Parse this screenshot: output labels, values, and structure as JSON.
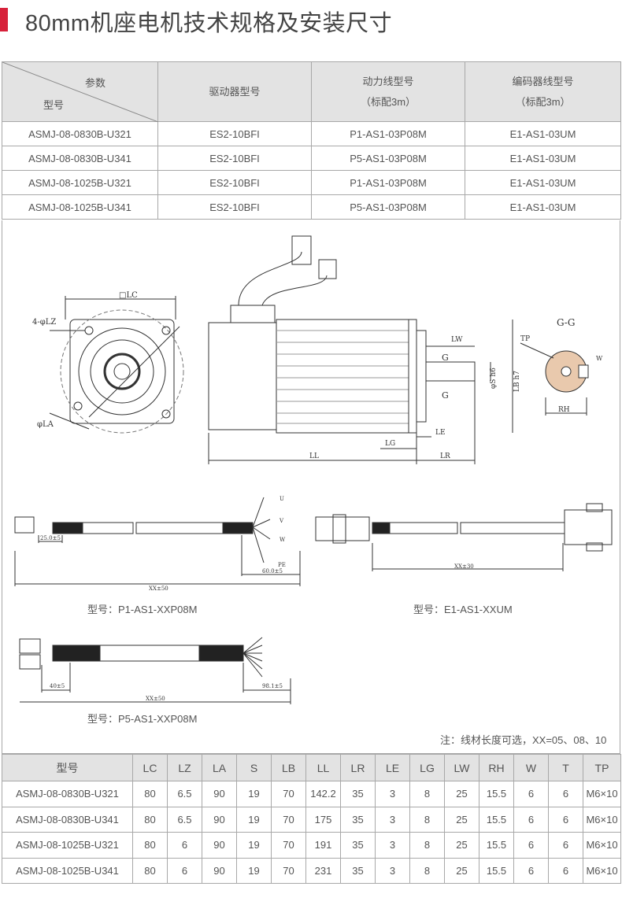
{
  "title": "80mm机座电机技术规格及安装尺寸",
  "accent": "#d7213a",
  "top_table": {
    "corner_top": "参数",
    "corner_bottom": "型号",
    "headers": [
      {
        "l1": "驱动器型号"
      },
      {
        "l1": "动力线型号",
        "l2": "（标配3m）"
      },
      {
        "l1": "编码器线型号",
        "l2": "（标配3m）"
      }
    ],
    "rows": [
      [
        "ASMJ-08-0830B-U321",
        "ES2-10BFI",
        "P1-AS1-03P08M",
        "E1-AS1-03UM"
      ],
      [
        "ASMJ-08-0830B-U341",
        "ES2-10BFI",
        "P5-AS1-03P08M",
        "E1-AS1-03UM"
      ],
      [
        "ASMJ-08-1025B-U321",
        "ES2-10BFI",
        "P1-AS1-03P08M",
        "E1-AS1-03UM"
      ],
      [
        "ASMJ-08-1025B-U341",
        "ES2-10BFI",
        "P5-AS1-03P08M",
        "E1-AS1-03UM"
      ]
    ]
  },
  "drawing": {
    "labels": {
      "lc": "□LC",
      "lz": "4-φLZ",
      "la": "φLA",
      "lw": "LW",
      "g": "G",
      "s": "φS h6",
      "lb": "LB h7",
      "le": "LE",
      "lg": "LG",
      "ll": "LL",
      "lr": "LR",
      "gg": "G-G",
      "tp": "TP",
      "w": "W",
      "rh": "RH"
    },
    "wires": [
      "U",
      "V",
      "W",
      "PE"
    ],
    "dims": {
      "p1_a": "25.0±5",
      "p1_b": "60.0±5",
      "p1_total": "XX±50",
      "e1_total": "XX±30",
      "p5_a": "40±5",
      "p5_b": "98.1±5",
      "p5_total": "XX±50"
    },
    "captions": {
      "p1": "型号：P1-AS1-XXP08M",
      "e1": "型号：E1-AS1-XXUM",
      "p5": "型号：P5-AS1-XXP08M"
    },
    "note": "注：线材长度可选，XX=05、08、10"
  },
  "dim_table": {
    "headers": [
      "型号",
      "LC",
      "LZ",
      "LA",
      "S",
      "LB",
      "LL",
      "LR",
      "LE",
      "LG",
      "LW",
      "RH",
      "W",
      "T",
      "TP"
    ],
    "rows": [
      [
        "ASMJ-08-0830B-U321",
        "80",
        "6.5",
        "90",
        "19",
        "70",
        "142.2",
        "35",
        "3",
        "8",
        "25",
        "15.5",
        "6",
        "6",
        "M6×10"
      ],
      [
        "ASMJ-08-0830B-U341",
        "80",
        "6.5",
        "90",
        "19",
        "70",
        "175",
        "35",
        "3",
        "8",
        "25",
        "15.5",
        "6",
        "6",
        "M6×10"
      ],
      [
        "ASMJ-08-1025B-U321",
        "80",
        "6",
        "90",
        "19",
        "70",
        "191",
        "35",
        "3",
        "8",
        "25",
        "15.5",
        "6",
        "6",
        "M6×10"
      ],
      [
        "ASMJ-08-1025B-U341",
        "80",
        "6",
        "90",
        "19",
        "70",
        "231",
        "35",
        "3",
        "8",
        "25",
        "15.5",
        "6",
        "6",
        "M6×10"
      ]
    ]
  }
}
